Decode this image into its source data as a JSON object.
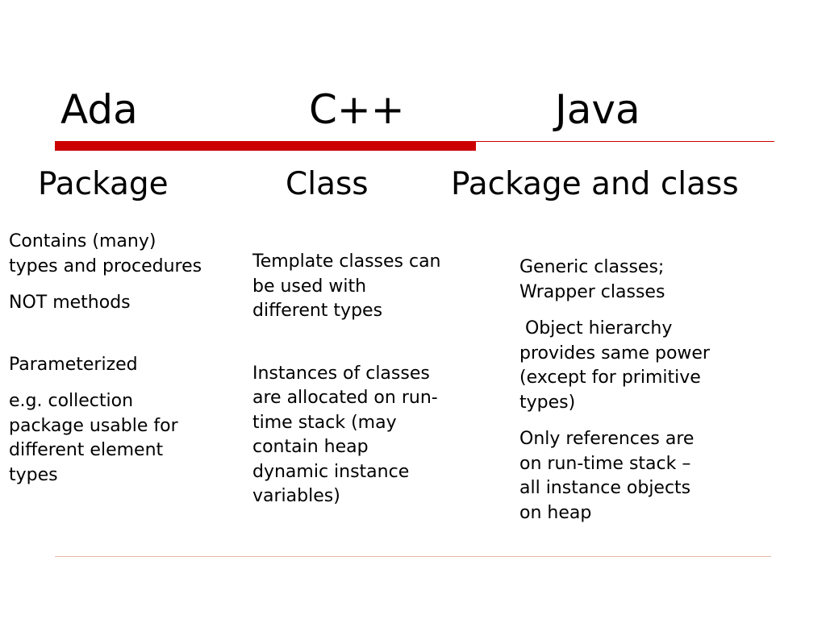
{
  "header": {
    "languages": [
      "Ada",
      "C++",
      "Java"
    ]
  },
  "subheader": {
    "concepts": [
      "Package",
      "Class",
      "Package and class"
    ]
  },
  "columns": {
    "ada": {
      "para1": [
        "Contains (many)",
        "types and procedures"
      ],
      "para2": [
        "NOT methods"
      ],
      "para3": [
        "Parameterized"
      ],
      "para4": [
        "e.g. collection",
        "package usable for",
        "different element",
        "types"
      ]
    },
    "cpp": {
      "para1": [
        "Template classes can",
        "be used with",
        "different types"
      ],
      "para2": [
        "Instances of classes",
        "are allocated on run-",
        "time stack (may",
        "contain heap",
        "dynamic instance",
        "variables)"
      ]
    },
    "java": {
      "para1": [
        "Generic classes;",
        "Wrapper classes"
      ],
      "para2": [
        " Object hierarchy",
        "provides same power",
        "(except for primitive",
        "types)"
      ],
      "para3": [
        "Only references are",
        "on run-time stack –",
        "all instance objects",
        "on heap"
      ]
    }
  },
  "colors": {
    "accent_rule": "#cc0000",
    "bottom_rule": "#e8b8a8",
    "text": "#000000",
    "background": "#ffffff"
  }
}
